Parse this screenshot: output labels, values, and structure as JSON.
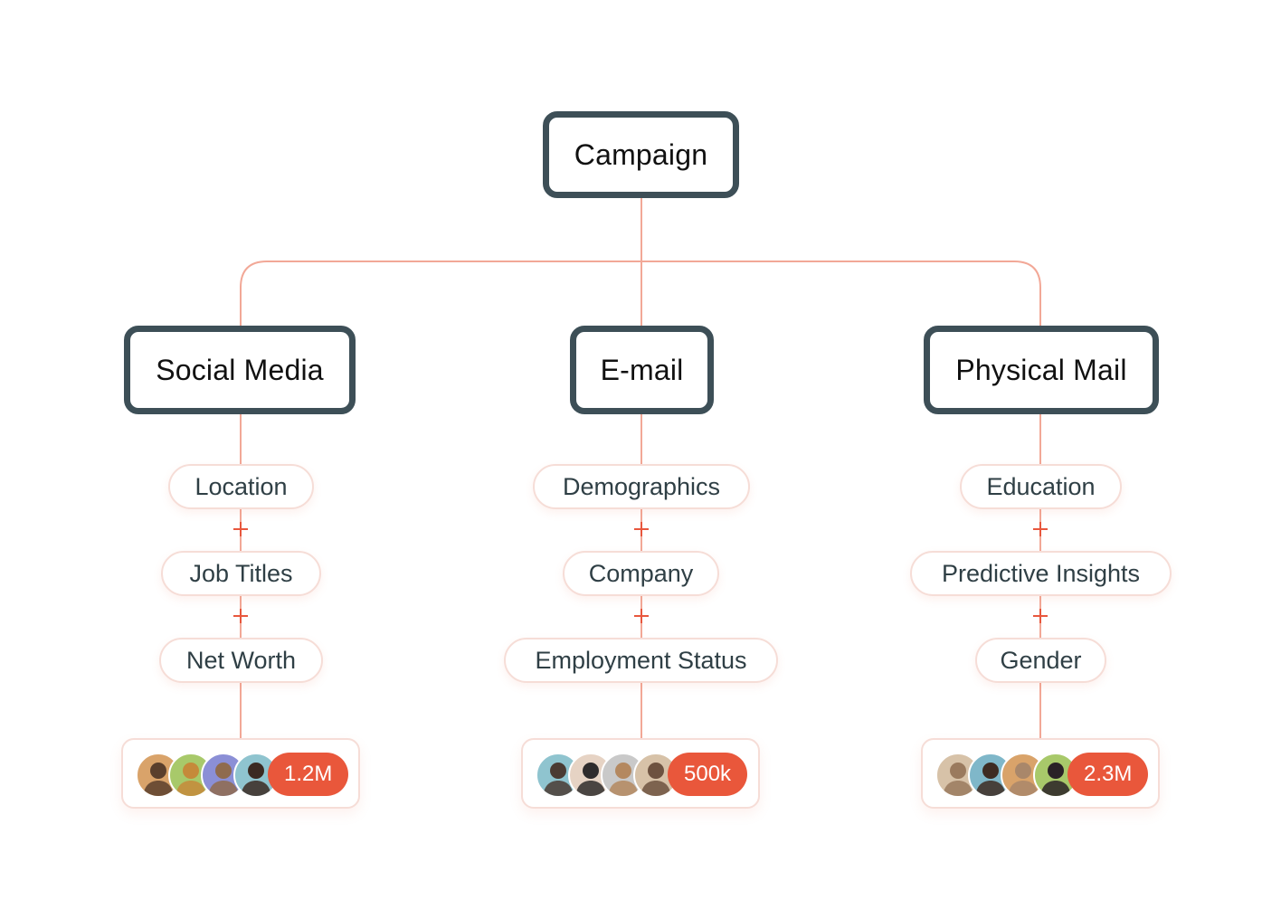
{
  "root": {
    "label": "Campaign"
  },
  "channels": [
    {
      "label": "Social Media",
      "criteria": [
        "Location",
        "Job Titles",
        "Net Worth"
      ],
      "audience": "1.2M",
      "avatar_colors": [
        "#5a3f2c",
        "#c58a3a",
        "#8f6b4e",
        "#3b2a22"
      ]
    },
    {
      "label": "E-mail",
      "criteria": [
        "Demographics",
        "Company",
        "Employment Status"
      ],
      "audience": "500k",
      "avatar_colors": [
        "#4a3b33",
        "#2e2b2c",
        "#b4885f",
        "#6d5240"
      ]
    },
    {
      "label": "Physical Mail",
      "criteria": [
        "Education",
        "Predictive Insights",
        "Gender"
      ],
      "audience": "2.3M",
      "avatar_colors": [
        "#9a7a5e",
        "#3d2b22",
        "#a9876a",
        "#2a2226"
      ]
    }
  ],
  "colors": {
    "connector": "#f2a897",
    "node_border": "#3d4f57",
    "accent": "#e9573b",
    "pill_border": "#f6ddd7"
  }
}
